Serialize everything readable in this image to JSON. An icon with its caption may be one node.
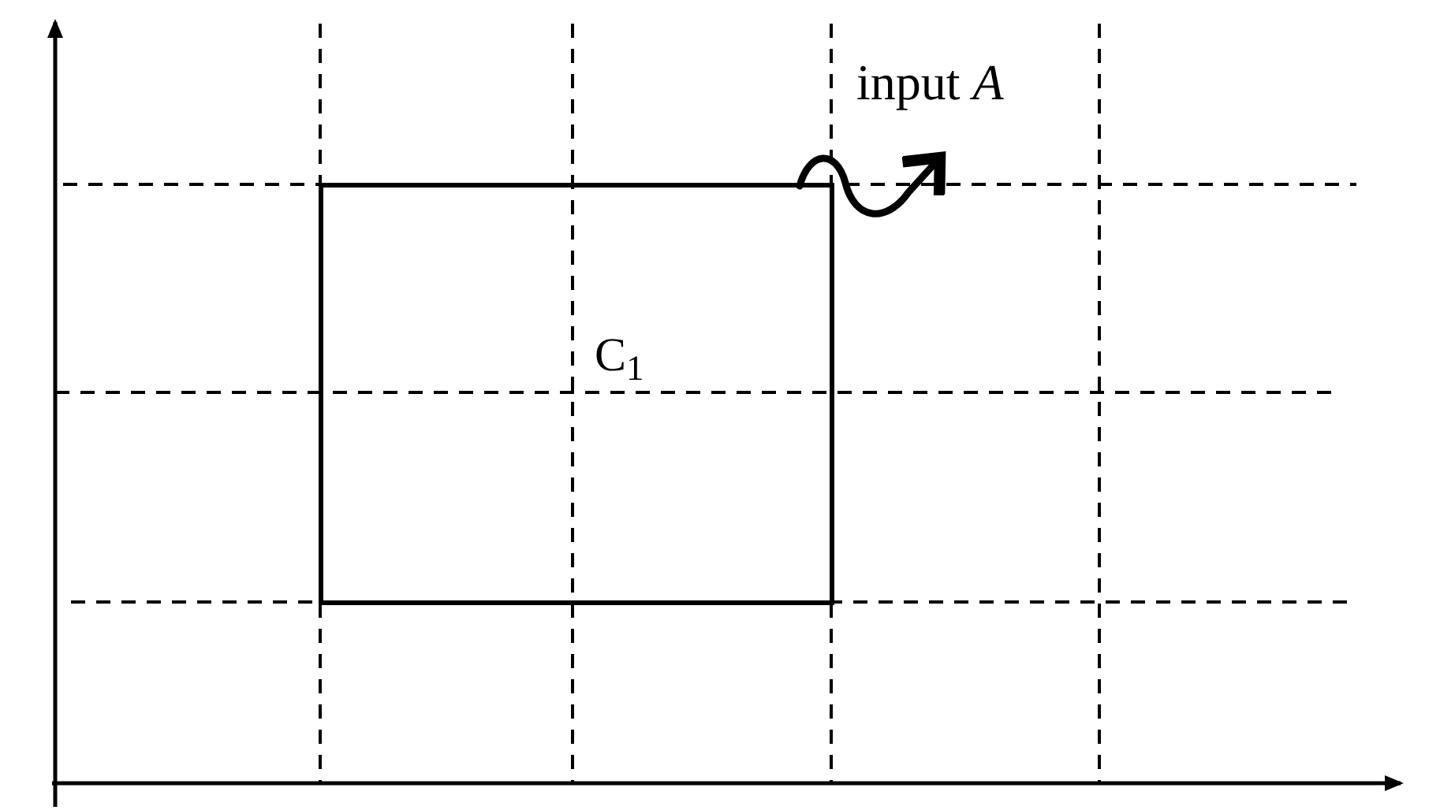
{
  "diagram": {
    "nodes": [
      {
        "text": [
          "C$_{1}$"
        ]
      },
      {
        "text": [
          "input *A*"
        ]
      }
    ],
    "edges": [
      {
        "from": 0,
        "to": 1,
        "arrow": "to"
      }
    ]
  }
}
